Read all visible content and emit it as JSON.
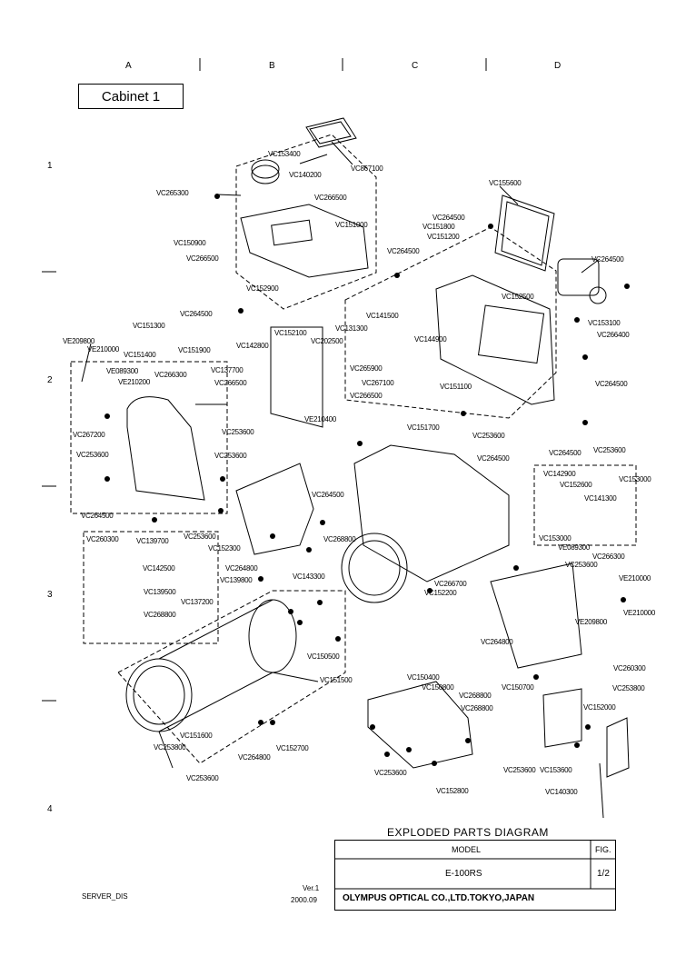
{
  "grid": {
    "columns": [
      "A",
      "B",
      "C",
      "D"
    ],
    "rows": [
      "1",
      "2",
      "3",
      "4"
    ]
  },
  "figure_title": "Cabinet 1",
  "parts": [
    "VC153400",
    "VC867100",
    "VC140200",
    "VC265300",
    "VC266500",
    "VC151000",
    "VC150900",
    "VC266500",
    "VC152900",
    "VC264500",
    "VC155600",
    "VC264500",
    "VC151800",
    "VC151200",
    "VC264500",
    "VC152500",
    "VC264500",
    "VC141500",
    "VC131300",
    "VC202500",
    "VC144900",
    "VC265900",
    "VC267100",
    "VC266500",
    "VC151100",
    "VC153100",
    "VC266400",
    "VC264500",
    "VC151700",
    "VC253600",
    "VC253600",
    "VE209800",
    "VC151300",
    "VE210000",
    "VC151400",
    "VC151900",
    "VE089300",
    "VC266300",
    "VC137700",
    "VE210200",
    "VC266500",
    "VC142800",
    "VC152100",
    "VC267200",
    "VC253600",
    "VC253600",
    "VC253600",
    "VC264500",
    "VC253600",
    "VC152300",
    "VC264500",
    "VC268800",
    "VE210400",
    "VC264500",
    "VC264500",
    "VC142900",
    "VC152600",
    "VC153000",
    "VC141300",
    "VC153000",
    "VE089300",
    "VC266300",
    "VC253600",
    "VE210000",
    "VE210000",
    "VE209800",
    "VC260300",
    "VC260300",
    "VC139700",
    "VC142500",
    "VC139800",
    "VC139500",
    "VC137200",
    "VC268800",
    "VC264800",
    "VC143300",
    "VC266700",
    "VC152200",
    "VC264800",
    "VC150500",
    "VC151500",
    "VC150400",
    "VC150800",
    "VC268800",
    "VC268800",
    "VC150700",
    "VC253800",
    "VC152000",
    "VC151600",
    "VC253800",
    "VC264800",
    "VC152700",
    "VC253600",
    "VC253600",
    "VC152800",
    "VC253600",
    "VC153600",
    "VC140300"
  ],
  "title_block": {
    "heading": "EXPLODED  PARTS  DIAGRAM",
    "model_label": "MODEL",
    "fig_label": "FIG.",
    "model_value": "E-100RS",
    "fig_value": "1/2",
    "company": "OLYMPUS OPTICAL CO.,LTD.TOKYO,JAPAN"
  },
  "footer": {
    "left": "SERVER_DIS",
    "version": "Ver.1",
    "date": "2000.09"
  }
}
